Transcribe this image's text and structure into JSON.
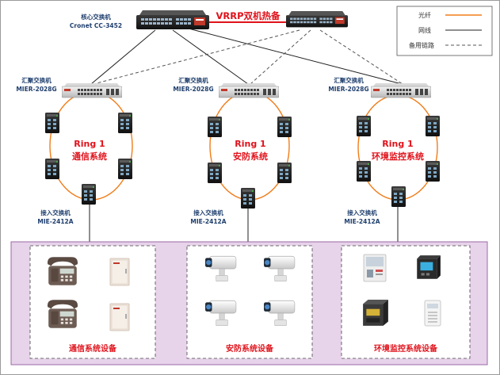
{
  "core": {
    "label": "核心交换机",
    "model": "Cronet CC-3452",
    "vrrp_label": "VRRP双机热备"
  },
  "legend": {
    "fiber": "光纤",
    "network_cable": "网线",
    "backup_link": "备用链路",
    "colors": {
      "fiber": "#f07d1a",
      "network_cable": "#222222",
      "backup_link": "#555555"
    }
  },
  "groups": [
    {
      "agg_label": "汇聚交换机",
      "agg_model": "MIER-2028G",
      "ring_title": "Ring 1",
      "ring_subtitle": "通信系统",
      "access_label": "接入交换机",
      "access_model": "MIE-2412A",
      "panel_title": "通信系统设备",
      "devices": [
        "phone-icon",
        "cabinet-icon",
        "phone-icon",
        "cabinet-icon"
      ]
    },
    {
      "agg_label": "汇聚交换机",
      "agg_model": "MIER-2028G",
      "ring_title": "Ring 1",
      "ring_subtitle": "安防系统",
      "access_label": "接入交换机",
      "access_model": "MIE-2412A",
      "panel_title": "安防系统设备",
      "devices": [
        "camera-icon",
        "camera-icon",
        "camera-icon",
        "camera-icon"
      ]
    },
    {
      "agg_label": "汇聚交换机",
      "agg_model": "MIER-2028G",
      "ring_title": "Ring 1",
      "ring_subtitle": "环境监控系统",
      "access_label": "接入交换机",
      "access_model": "MIE-2412A",
      "panel_title": "环境监控系统设备",
      "devices": [
        "sensor-box-icon",
        "monitor-unit-icon",
        "battery-icon",
        "detector-icon"
      ]
    }
  ],
  "colors": {
    "panel_bg": "#e7d3ea",
    "panel_border": "#9b6aa6",
    "accent_red": "#e0121b",
    "label_blue": "#1f3f6e"
  }
}
